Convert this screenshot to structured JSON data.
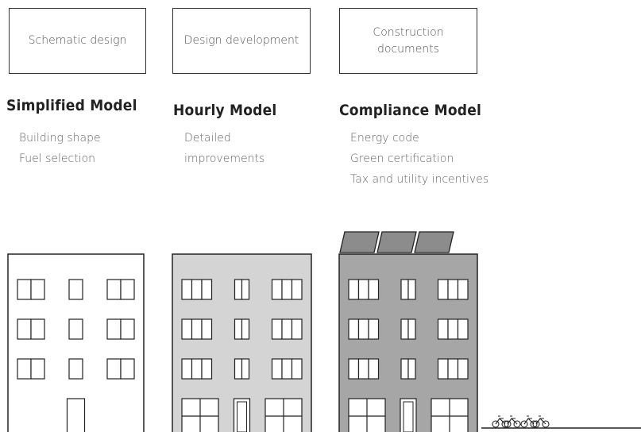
{
  "phases": [
    {
      "label": "Schematic design"
    },
    {
      "label": "Design development"
    },
    {
      "label": "Construction documents"
    }
  ],
  "models": [
    {
      "title": "Simplified Model",
      "items": [
        "Building shape",
        "Fuel selection"
      ]
    },
    {
      "title": "Hourly Model",
      "items": [
        "Detailed improvements"
      ]
    },
    {
      "title": "Compliance Model",
      "items": [
        "Energy code",
        "Green certification",
        "Tax and utility incentives"
      ]
    }
  ],
  "buildings": [
    {
      "name": "simplified",
      "fill": "#ffffff",
      "window_panes": 2
    },
    {
      "name": "hourly",
      "fill": "#d4d4d4",
      "window_panes": 3
    },
    {
      "name": "compliance",
      "fill": "#a6a6a6",
      "window_panes": 3,
      "solar_panels": 3
    }
  ],
  "colors": {
    "outline": "#222222",
    "text": "#666666",
    "title": "#222222"
  }
}
